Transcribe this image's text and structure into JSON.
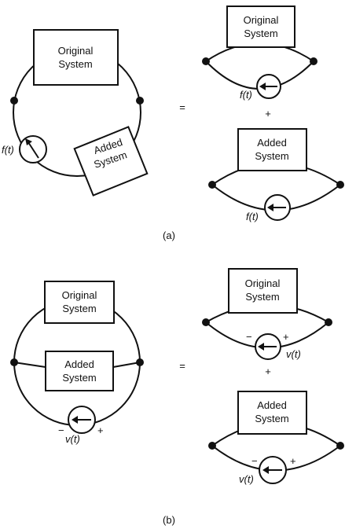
{
  "labels": {
    "original_system_1": "Original",
    "original_system_2": "System",
    "added_system_1": "Added",
    "added_system_2": "System",
    "equals": "=",
    "plus_between": "+",
    "current_source": "f(t)",
    "voltage_source": "v(t)",
    "minus": "−",
    "plus": "+",
    "caption_a": "(a)",
    "caption_b": "(b)"
  },
  "colors": {
    "ink": "#111111",
    "background": "#ffffff"
  }
}
